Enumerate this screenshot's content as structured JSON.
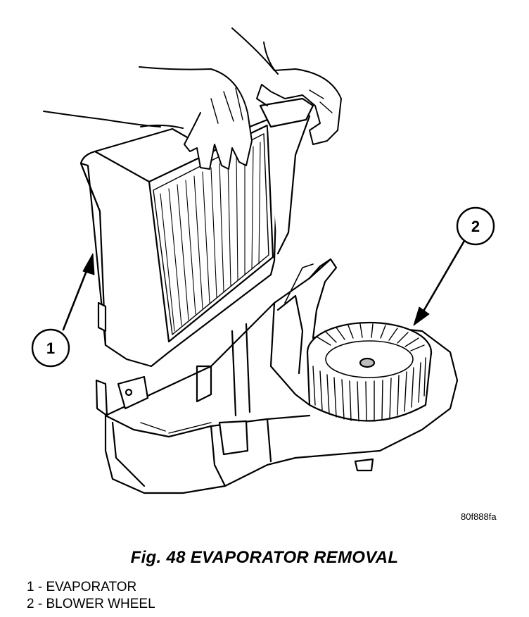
{
  "figure": {
    "ref_code": "80f888fa",
    "caption": "Fig. 48 EVAPORATOR REMOVAL"
  },
  "callouts": [
    {
      "number": "1"
    },
    {
      "number": "2"
    }
  ],
  "legend": [
    {
      "text": "1 - EVAPORATOR"
    },
    {
      "text": "2 - BLOWER WHEEL"
    }
  ],
  "colors": {
    "ink": "#000000",
    "paper": "#ffffff",
    "shade": "#bdbdbd"
  }
}
